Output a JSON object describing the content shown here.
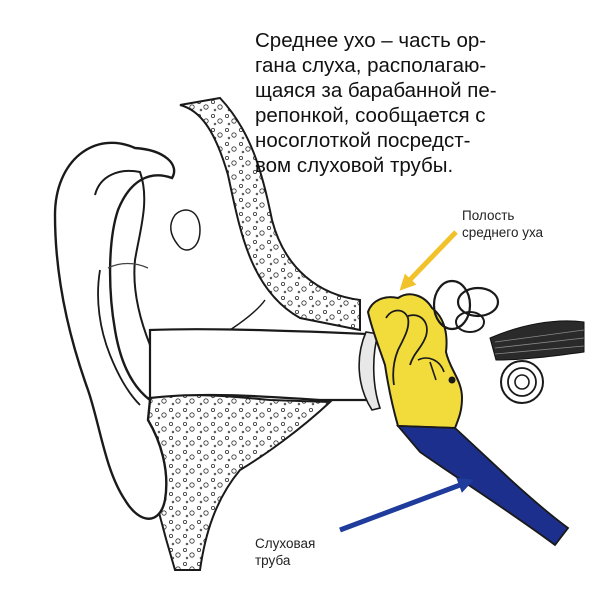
{
  "caption": {
    "lines": [
      "Среднее ухо – часть ор-",
      "гана слуха, располагаю-",
      "щаяся за барабанной пе-",
      "репонкой, сообщается с",
      "носоглоткой посредст-",
      "вом слуховой трубы."
    ]
  },
  "labels": {
    "middle_ear_cavity": [
      "Полость",
      "среднего уха"
    ],
    "auditory_tube": [
      "Слуховая",
      "труба"
    ]
  },
  "colors": {
    "middle_ear": "#f2dc3c",
    "auditory_tube": "#1c2f8c",
    "cavity_arrow": "#f2c22a",
    "tube_arrow": "#1f3c9c",
    "outline": "#1a1a1a"
  }
}
